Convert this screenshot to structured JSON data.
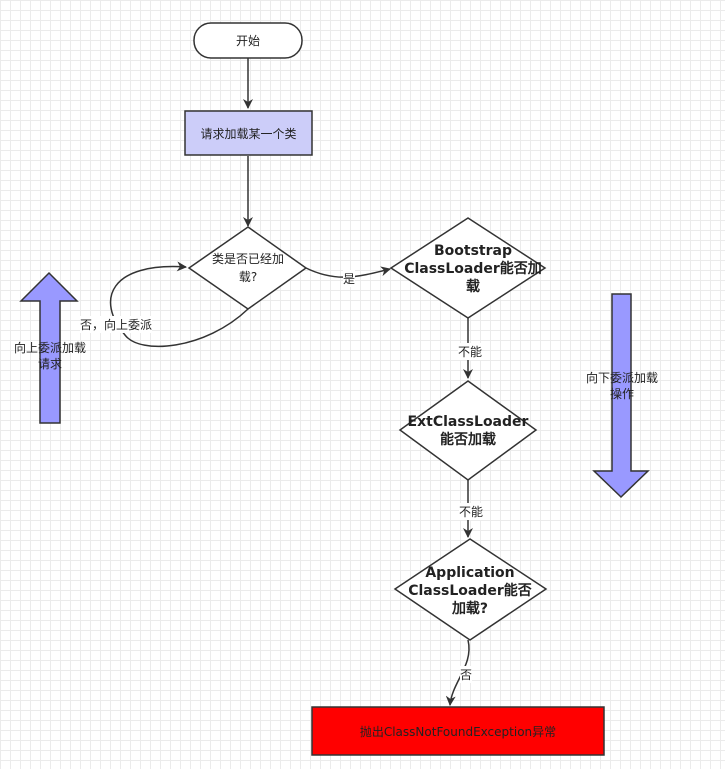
{
  "colors": {
    "stroke": "#333333",
    "process_fill": "#cccdf9",
    "arrow_fill": "#9999ff",
    "error_fill": "#ff0000"
  },
  "nodes": {
    "start": "开始",
    "request": "请求加载某一个类",
    "loaded_check": "类是否已经加载?",
    "bootstrap": "Bootstrap ClassLoader能否加载",
    "ext": "ExtClassLoader能否加载",
    "application": "Application ClassLoader能否加载?",
    "exception": "抛出ClassNotFoundException异常"
  },
  "edges": {
    "yes": "是",
    "no_delegate_up": "否，向上委派",
    "bootstrap_cannot": "不能",
    "ext_cannot": "不能",
    "app_no": "否"
  },
  "side_labels": {
    "up": "向上委派加载请求",
    "down": "向下委派加载操作"
  }
}
